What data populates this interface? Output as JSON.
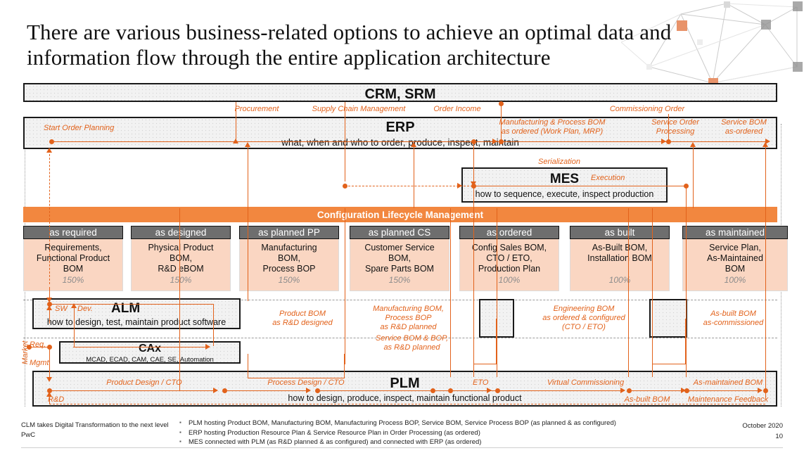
{
  "title": "There are various business-related options to achieve an optimal data and information flow through the entire application architecture",
  "colors": {
    "accent": "#e2621b",
    "band": "#f2873f",
    "stage_header": "#6e6e6e",
    "stage_body": "#fad6c2"
  },
  "systems": {
    "crm": {
      "name": "CRM, SRM",
      "subtitle": ""
    },
    "erp": {
      "name": "ERP",
      "subtitle": "what, when and who to order, produce, inspect, maintain"
    },
    "mes": {
      "name": "MES",
      "subtitle": "how to sequence, execute, inspect production",
      "tag": "Execution"
    },
    "alm": {
      "name": "ALM",
      "subtitle": "how to design, test, maintain product software"
    },
    "cax": {
      "name": "CAx",
      "subtitle": "MCAD, ECAD, CAM, CAE, SE, Automation"
    },
    "plm": {
      "name": "PLM",
      "subtitle": "how to design, produce, inspect, maintain functional product"
    }
  },
  "clm_band": "Configuration Lifecycle Management",
  "stages": [
    {
      "header": "as required",
      "body": "Requirements,\nFunctional Product\nBOM",
      "pct": "150%"
    },
    {
      "header": "as designed",
      "body": "Physical Product\nBOM,\nR&D eBOM",
      "pct": "150%"
    },
    {
      "header": "as planned PP",
      "body": "Manufacturing\nBOM,\nProcess BOP",
      "pct": "150%"
    },
    {
      "header": "as planned CS",
      "body": "Customer Service\nBOM,\nSpare Parts BOM",
      "pct": "150%"
    },
    {
      "header": "as ordered",
      "body": "Config Sales BOM,\nCTO / ETO,\nProduction Plan",
      "pct": "100%"
    },
    {
      "header": "as built",
      "body": "As-Built BOM,\nInstallation BOM",
      "pct": "100%"
    },
    {
      "header": "as maintained",
      "body": "Service Plan,\nAs-Maintained\nBOM",
      "pct": "100%"
    }
  ],
  "flow_labels": {
    "procurement": "Procurement",
    "supply_chain": "Supply Chain Management",
    "order_income": "Order Income",
    "commissioning_order": "Commissioning Order",
    "start_order_planning": "Start Order Planning",
    "mfg_process_bom": "Manufacturing & Process BOM\nas ordered (Work Plan, MRP)",
    "service_order_processing": "Service Order\nProcessing",
    "service_bom_as_ordered": "Service BOM\nas-ordered",
    "serialization": "Serialization",
    "sw": "SW",
    "dev": "Dev.",
    "req": "Req.",
    "mgmt": "Mgmt",
    "market": "Market",
    "rd": "R&D",
    "product_design_cto": "Product Design / CTO",
    "process_design_cto": "Process Design / CTO",
    "eto": "ETO",
    "virtual_commissioning": "Virtual Commissioning",
    "as_built_bom_plm": "As-built BOM",
    "maintenance_feedback": "Maintenance Feedback",
    "as_maintained_bom": "As-maintained BOM"
  },
  "annotations": {
    "product_bom": "Product BOM\nas R&D designed",
    "manufacturing_bom": "Manufacturing BOM,\nProcess BOP\nas R&D planned",
    "service_bom_bop": "Service BOM & BOP,\nas R&D planned",
    "engineering_bom": "Engineering BOM\nas ordered & configured\n(CTO / ETO)",
    "as_built_bom": "As-built BOM\nas-commissioned"
  },
  "footer": {
    "tagline": "CLM takes Digital Transformation to the next level",
    "brand": "PwC",
    "bullets": [
      "PLM hosting Product BOM, Manufacturing BOM, Manufacturing Process BOP, Service BOM, Service Process BOP (as planned & as configured)",
      "ERP hosting Production Resource Plan & Service Resource Plan in Order Processing (as ordered)",
      "MES connected with PLM (as R&D planned & as configured) and connected with ERP (as ordered)"
    ],
    "date": "October 2020",
    "page": "10"
  }
}
